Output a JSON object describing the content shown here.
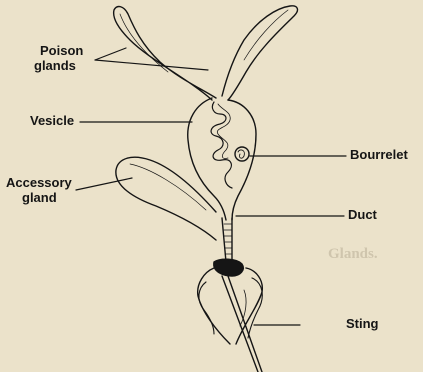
{
  "figure": {
    "labels": {
      "poison_glands_line1": "Poison",
      "poison_glands_line2": "glands",
      "vesicle": "Vesicle",
      "bourrelet": "Bourrelet",
      "accessory_gland_line1": "Accessory",
      "accessory_gland_line2": "gland",
      "duct": "Duct",
      "sting": "Sting"
    }
  },
  "background": {
    "visible_heading_fragment": "Glands."
  },
  "colors": {
    "paper": "#ebe2ca",
    "ink": "#151515",
    "bleed_through": "#b9ae96"
  }
}
